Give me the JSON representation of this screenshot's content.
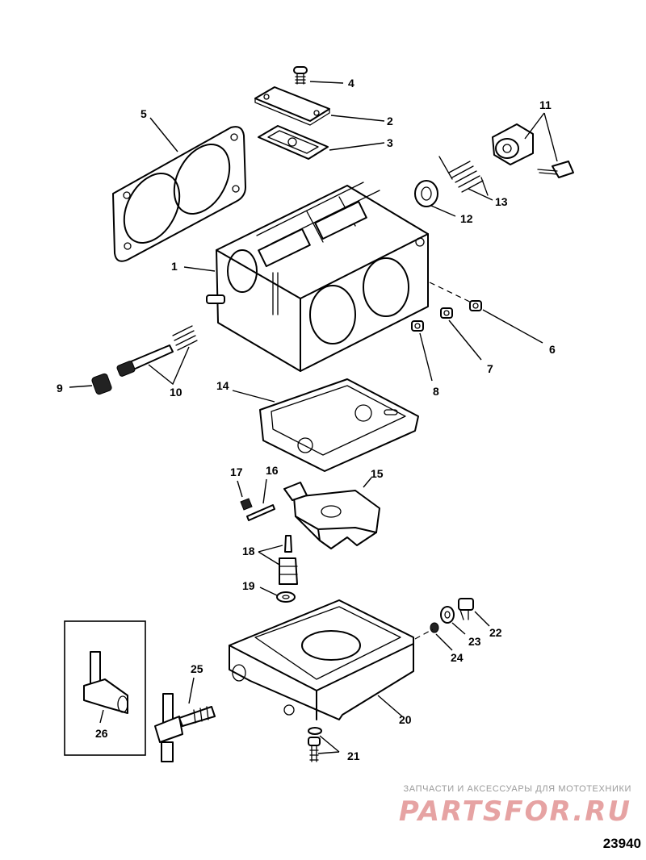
{
  "callouts": {
    "c1": "1",
    "c2": "2",
    "c3": "3",
    "c4": "4",
    "c5": "5",
    "c6": "6",
    "c7": "7",
    "c8": "8",
    "c9": "9",
    "c10": "10",
    "c11": "11",
    "c12": "12",
    "c13": "13",
    "c14": "14",
    "c15": "15",
    "c16": "16",
    "c17": "17",
    "c18": "18",
    "c19": "19",
    "c20": "20",
    "c21": "21",
    "c22": "22",
    "c23": "23",
    "c24": "24",
    "c25": "25",
    "c26": "26"
  },
  "watermark": {
    "tagline": "ЗАПЧАСТИ И АКСЕССУАРЫ ДЛЯ МОТОТЕХНИКИ",
    "logo": "PARTSFOR.RU",
    "logo_color": "#e6a3a3"
  },
  "drawing_number": "23940"
}
